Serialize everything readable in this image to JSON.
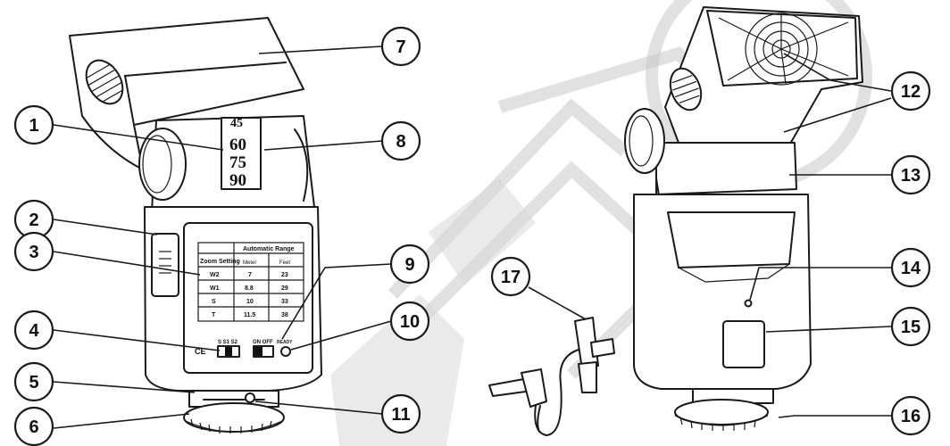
{
  "callouts": [
    "1",
    "2",
    "3",
    "4",
    "5",
    "6",
    "7",
    "8",
    "9",
    "10",
    "11",
    "12",
    "13",
    "14",
    "15",
    "16",
    "17"
  ],
  "zoom_scale": [
    "60",
    "75",
    "90"
  ],
  "zoom_scale_top_partial": "45",
  "range_table": {
    "col1_header": "Zoom Setting",
    "group_header": "Automatic Range",
    "sub_headers": [
      "Meter",
      "Feet"
    ],
    "rows": [
      [
        "W2",
        "7",
        "23"
      ],
      [
        "W1",
        "8.8",
        "29"
      ],
      [
        "S",
        "10",
        "33"
      ],
      [
        "T",
        "11.5",
        "38"
      ]
    ]
  },
  "switch_labels": {
    "mode": "S S1 S2",
    "power": "ON OFF",
    "ready": "READY",
    "ce": "CE"
  }
}
